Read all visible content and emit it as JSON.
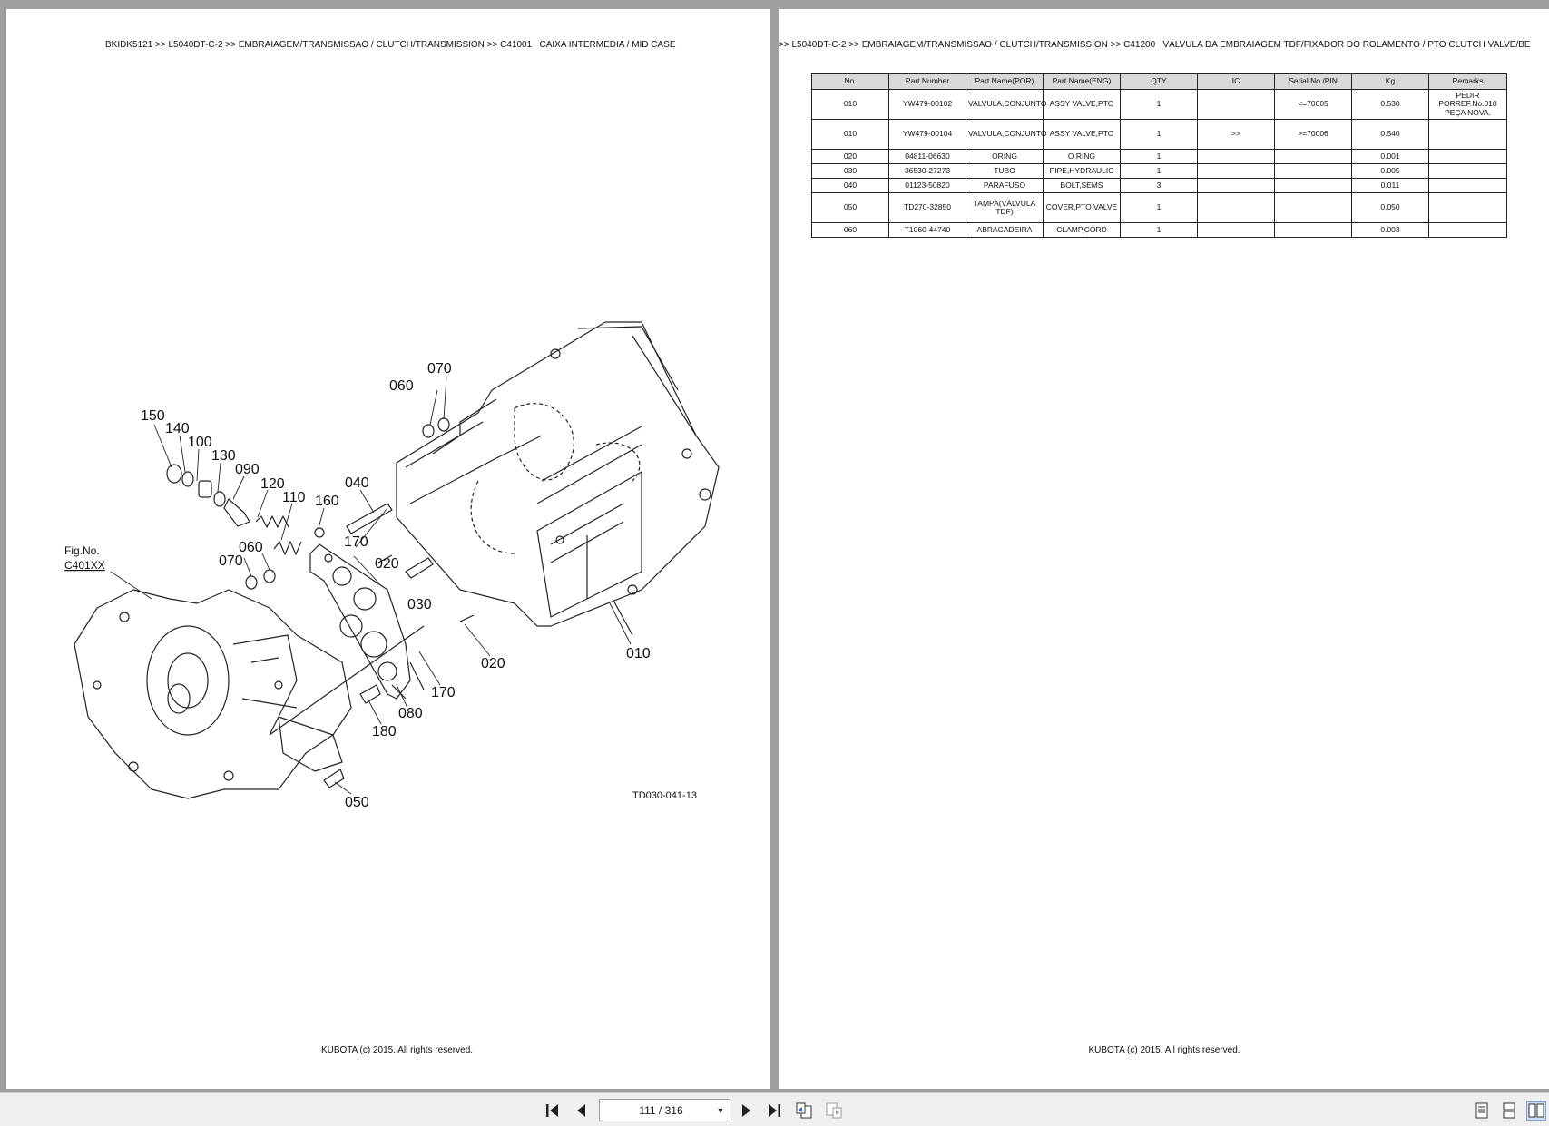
{
  "left_page": {
    "breadcrumb": "BKIDK5121 >> L5040DT-C-2 >> EMBRAIAGEM/TRANSMISSAO / CLUTCH/TRANSMISSION >> C41001   CAIXA INTERMEDIA / MID CASE",
    "fig_label_line1": "Fig.No.",
    "fig_label_line2": "C401XX",
    "drawing_code": "TD030-041-13",
    "callouts": {
      "c010": "010",
      "c020a": "020",
      "c020b": "020",
      "c030": "030",
      "c040": "040",
      "c050": "050",
      "c060a": "060",
      "c060b": "060",
      "c070a": "070",
      "c070b": "070",
      "c080": "080",
      "c090": "090",
      "c100": "100",
      "c110": "110",
      "c120": "120",
      "c130": "130",
      "c140": "140",
      "c150": "150",
      "c160": "160",
      "c170a": "170",
      "c170b": "170",
      "c180": "180"
    },
    "footer": "KUBOTA (c) 2015. All rights reserved."
  },
  "right_page": {
    "breadcrumb": ">> L5040DT-C-2 >> EMBRAIAGEM/TRANSMISSAO / CLUTCH/TRANSMISSION >> C41200   VÁLVULA DA EMBRAIAGEM TDF/FIXADOR DO ROLAMENTO / PTO CLUTCH VALVE/BE",
    "table": {
      "headers": [
        "No.",
        "Part Number",
        "Part Name(POR)",
        "Part Name(ENG)",
        "QTY",
        "IC",
        "Serial No./PIN",
        "Kg",
        "Remarks"
      ],
      "rows": [
        [
          "010",
          "YW479-00102",
          "VALVULA,CONJUNTO",
          "ASSY VALVE,PTO",
          "1",
          "",
          "<=70005",
          "0.530",
          "PEDIR PORREF.No.010 PEÇA NOVA."
        ],
        [
          "010",
          "YW479-00104",
          "VALVULA,CONJUNTO",
          "ASSY VALVE,PTO",
          "1",
          ">>",
          ">=70006",
          "0.540",
          ""
        ],
        [
          "020",
          "04811-06630",
          "ORING",
          "O RING",
          "1",
          "",
          "",
          "0.001",
          ""
        ],
        [
          "030",
          "36530-27273",
          "TUBO",
          "PIPE,HYDRAULIC",
          "1",
          "",
          "",
          "0.005",
          ""
        ],
        [
          "040",
          "01123-50820",
          "PARAFUSO",
          "BOLT,SEMS",
          "3",
          "",
          "",
          "0.011",
          ""
        ],
        [
          "050",
          "TD270-32850",
          "TAMPA(VÁLVULA TDF)",
          "COVER,PTO VALVE",
          "1",
          "",
          "",
          "0.050",
          ""
        ],
        [
          "060",
          "T1060-44740",
          "ABRACADEIRA",
          "CLAMP,CORD",
          "1",
          "",
          "",
          "0.003",
          ""
        ]
      ]
    },
    "footer": "KUBOTA (c) 2015. All rights reserved."
  },
  "toolbar": {
    "page_indicator": "111 / 316",
    "first_page_icon": "first-page-icon",
    "prev_page_icon": "prev-page-icon",
    "next_page_icon": "next-page-icon",
    "last_page_icon": "last-page-icon",
    "colors": {
      "toolbar_bg": "#efefef",
      "viewer_bg": "#9f9f9f"
    }
  }
}
